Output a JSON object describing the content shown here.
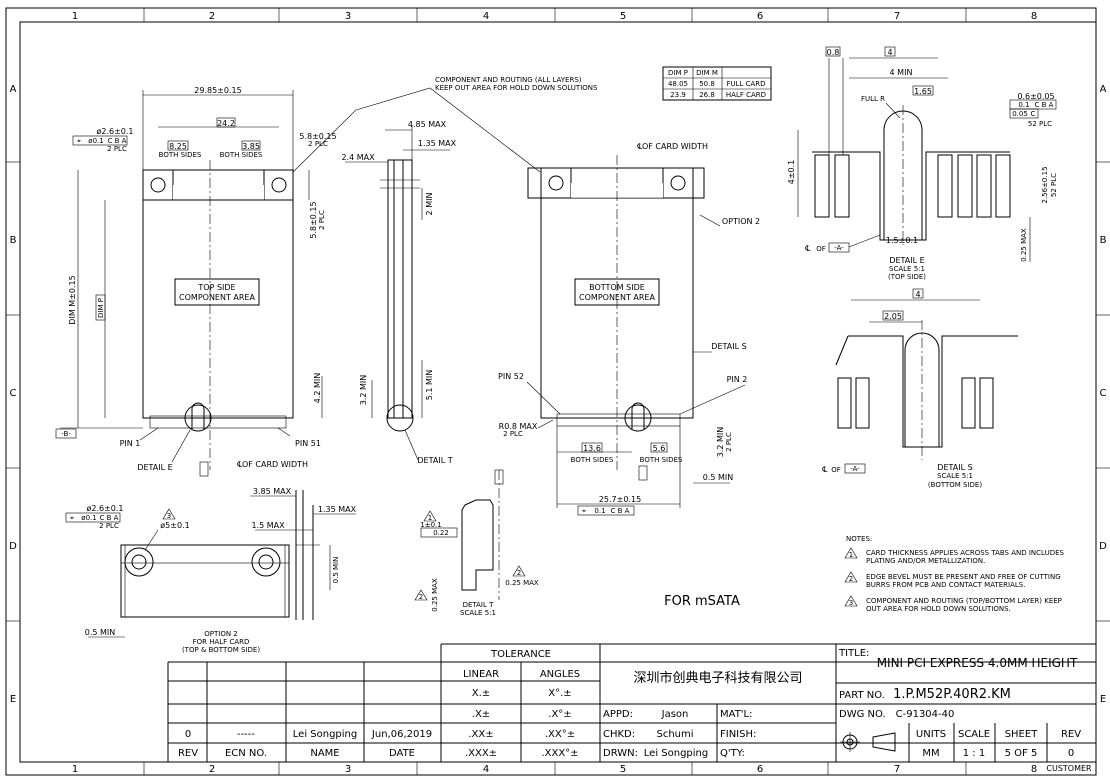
{
  "frame": {
    "columns": [
      "1",
      "2",
      "3",
      "4",
      "5",
      "6",
      "7",
      "8"
    ],
    "rows": [
      "A",
      "B",
      "C",
      "D",
      "E"
    ]
  },
  "top_view": {
    "dim_overall": "29.85±0.15",
    "dim_24": "24.2",
    "dim_825": "8.25",
    "dim_385": "3.85",
    "both_sides_1": "BOTH SIDES",
    "both_sides_2": "BOTH SIDES",
    "hole_dia": "ø2.6±0.1",
    "hole_tol": "ø0.1",
    "hole_datum": "C B A",
    "hole_plc": "2 PLC",
    "dim_58": "5.8±0.15",
    "dim_58_plc": "2 PLC",
    "dim_58b": "5.8±0.15",
    "dim_58b_plc": "2 PLC",
    "label_line1": "TOP SIDE",
    "label_line2": "COMPONENT AREA",
    "dim_m": "DIM M±0.15",
    "dim_p": "DIM P",
    "dim_42": "4.2 MIN",
    "datum_b": "-B-",
    "pin1": "PIN 1",
    "pin51": "PIN 51",
    "detail_e": "DETAIL E",
    "cl_width": "OF CARD WIDTH"
  },
  "keepout": {
    "line1": "COMPONENT AND ROUTING (ALL LAYERS)",
    "line2": "KEEP OUT AREA FOR HOLD DOWN SOLUTIONS"
  },
  "dim_table": {
    "headers": [
      "DIM P",
      "DIM M",
      ""
    ],
    "rows": [
      [
        "48.05",
        "50.8",
        "FULL CARD"
      ],
      [
        "23.9",
        "26.8",
        "HALF CARD"
      ]
    ]
  },
  "side_view": {
    "dim_485": "4.85 MAX",
    "dim_135": "1.35 MAX",
    "dim_24": "2.4 MAX",
    "dim_2": "2 MIN",
    "dim_32": "3.2 MIN",
    "dim_51": "5.1 MIN",
    "detail_t": "DETAIL T"
  },
  "bottom_view": {
    "cl_width": "OF CARD WIDTH",
    "option2": "OPTION 2",
    "label_line1": "BOTTOM SIDE",
    "label_line2": "COMPONENT AREA",
    "detail_s": "DETAIL S",
    "pin52": "PIN 52",
    "pin2": "PIN 2",
    "r08": "R0.8 MAX",
    "r08_plc": "2 PLC",
    "dim_136": "13.6",
    "dim_56": "5.6",
    "both_sides_1": "BOTH SIDES",
    "both_sides_2": "BOTH SIDES",
    "dim_32": "3.2 MIN",
    "dim_32_plc": "2 PLC",
    "dim_05": "0.5 MIN",
    "dim_257": "25.7±0.15",
    "dim_257_tol": "0.1",
    "dim_257_datum": "C B A"
  },
  "detail_e_view": {
    "dim_08": "0.8",
    "dim_4": "4",
    "dim_4min": "4 MIN",
    "dim_165": "1.65",
    "full_r": "FULL R",
    "dim_06": "0.6±0.05",
    "tol1": "0.1",
    "tol1_datum": "C B A",
    "tol2": "0.05",
    "tol2_datum": "C",
    "plc52": "52 PLC",
    "dim_4pm": "4±0.1",
    "dim_256": "2.56±0.15",
    "dim_256_plc": "52 PLC",
    "dim_15": "1.5±0.1",
    "cl_of": "OF",
    "datum_a": "-A-",
    "dim_025": "0.25 MAX",
    "title": "DETAIL E",
    "scale": "SCALE 5:1",
    "side": "(TOP SIDE)"
  },
  "detail_s_view": {
    "dim_4": "4",
    "dim_205": "2.05",
    "cl_of": "OF",
    "datum_a": "-A-",
    "title": "DETAIL S",
    "scale": "SCALE 5:1",
    "side": "(BOTTOM SIDE)"
  },
  "option_view": {
    "dim_385": "3.85 MAX",
    "dim_135": "1.35 MAX",
    "dim_15": "1.5 MAX",
    "dim_05": "0.5 MIN",
    "dim_05b": "0.5 MIN",
    "hole_dia": "ø2.6±0.1",
    "hole_tol": "ø0.1",
    "hole_datum": "C B A",
    "hole_plc": "2 PLC",
    "pad_dia": "ø5±0.1",
    "note_ref": "3",
    "caption1": "OPTION 2",
    "caption2": "FOR HALF CARD",
    "caption3": "(TOP & BOTTOM SIDE)"
  },
  "detail_t_view": {
    "note_ref1": "1",
    "thk": "1±0.1",
    "thk_tol": "0.22",
    "note_ref2": "2",
    "dim_025": "0.25 MAX",
    "note_ref3": "2",
    "dim_025b": "0.25 MAX",
    "title": "DETAIL T",
    "scale": "SCALE 5:1"
  },
  "for_msata": "FOR mSATA",
  "notes": {
    "header": "NOTES:",
    "items": [
      {
        "num": "1",
        "line1": "CARD THICKNESS APPLIES ACROSS TABS AND INCLUDES",
        "line2": "PLATING AND/OR METALLIZATION."
      },
      {
        "num": "2",
        "line1": "EDGE BEVEL MUST BE PRESENT AND FREE OF CUTTING",
        "line2": "BURRS FROM PCB AND CONTACT MATERIALS."
      },
      {
        "num": "3",
        "line1": "COMPONENT AND ROUTING (TOP/BOTTOM LAYER) KEEP",
        "line2": "OUT AREA FOR HOLD DOWN SOLUTIONS."
      }
    ]
  },
  "title_block": {
    "tolerance": "TOLERANCE",
    "linear": "LINEAR",
    "angles": "ANGLES",
    "tol_rows": [
      [
        "X.±",
        "X°.±"
      ],
      [
        ".X±",
        ".X°±"
      ],
      [
        ".XX±",
        ".XX°±"
      ],
      [
        ".XXX±",
        ".XXX°±"
      ]
    ],
    "company": "深圳市创典电子科技有限公司",
    "appd_label": "APPD:",
    "appd": "Jason",
    "chkd_label": "CHKD:",
    "chkd": "Schumi",
    "drwn_label": "DRWN:",
    "drwn": "Lei Songping",
    "matl_label": "MAT'L:",
    "finish_label": "FINISH:",
    "qty_label": "Q'TY:",
    "title_label": "TITLE:",
    "title": "MINI PCI EXPRESS 4.0MM HEIGHT",
    "part_label": "PART NO.",
    "part": "1.P.M52P.40R2.KM",
    "dwg_label": "DWG NO.",
    "dwg": "C-91304-40",
    "units_label": "UNITS",
    "units": "MM",
    "scale_label": "SCALE",
    "scale": "1 : 1",
    "sheet_label": "SHEET",
    "sheet": "5 OF 5",
    "rev_label": "REV",
    "rev": "0",
    "rev_row": {
      "rev": "0",
      "ecn": "-----",
      "name": "Lei Songping",
      "date": "Jun,06,2019"
    },
    "rev_headers": {
      "rev": "REV",
      "ecn": "ECN NO.",
      "name": "NAME",
      "date": "DATE"
    },
    "customer": "CUSTOMER"
  }
}
